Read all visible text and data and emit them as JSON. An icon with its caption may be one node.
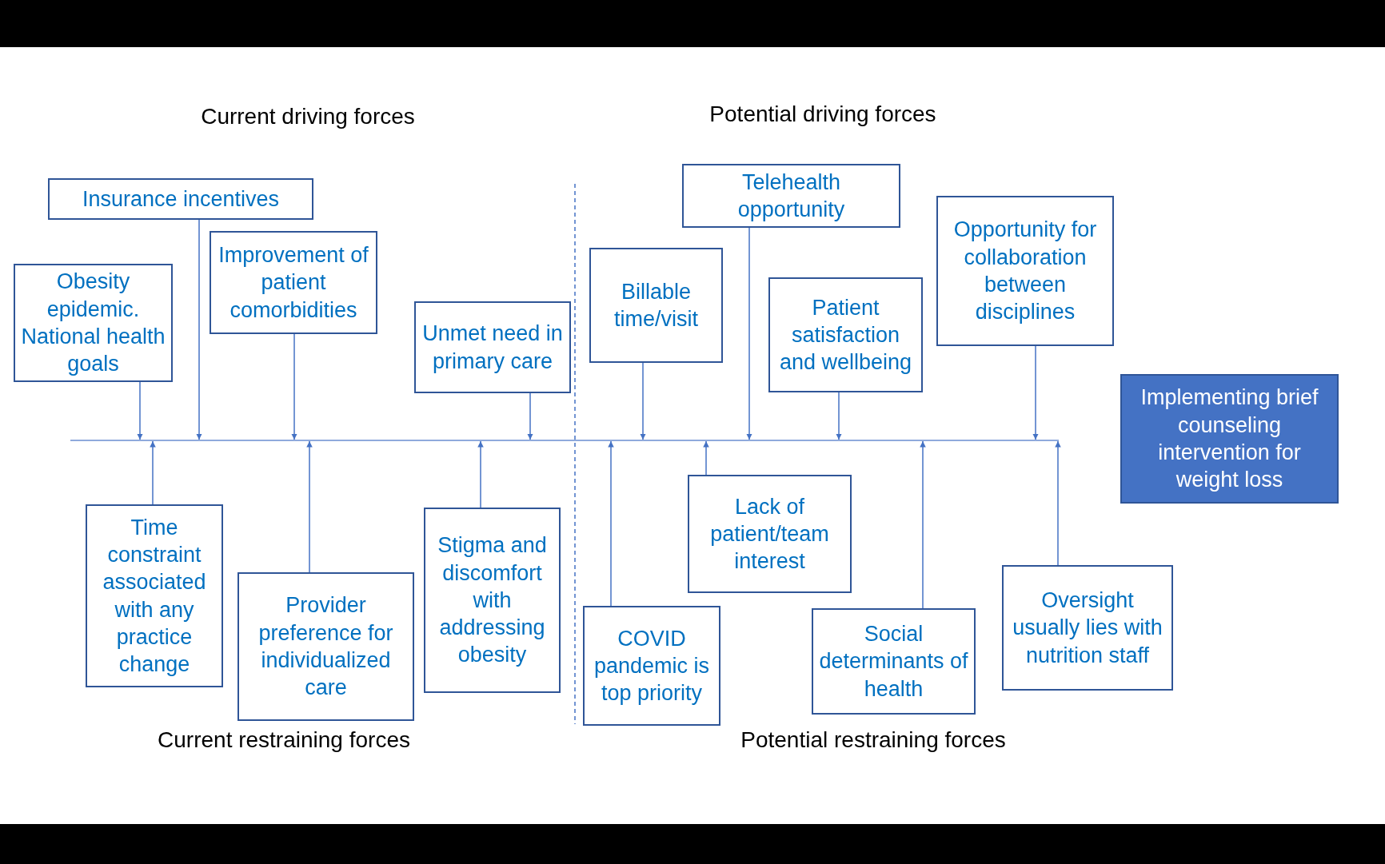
{
  "diagram": {
    "nodes": [
      {
        "text": [
          "Insurance incentives"
        ]
      },
      {
        "text": [
          "Obesity epidemic. National health goals"
        ]
      },
      {
        "text": [
          "Improvement of patient comorbidities"
        ]
      },
      {
        "text": [
          "Unmet need in primary care"
        ]
      },
      {
        "text": [
          "Telehealth opportunity"
        ]
      },
      {
        "text": [
          "Billable time/visit"
        ]
      },
      {
        "text": [
          "Patient satisfaction and wellbeing"
        ]
      },
      {
        "text": [
          "Opportunity for collaboration between disciplines"
        ]
      },
      {
        "text": [
          "Implementing brief counseling intervention for weight loss"
        ]
      },
      {
        "text": [],
        "shape": "bar"
      },
      {
        "text": [
          "Time constraint associated with any practice change"
        ]
      },
      {
        "text": [
          "Stigma and discomfort with addressing obesity"
        ]
      },
      {
        "text": [
          "Provider preference for individualized care"
        ]
      },
      {
        "text": [
          "Lack of patient/team interest"
        ]
      },
      {
        "text": [
          "COVID pandemic is top priority"
        ]
      },
      {
        "text": [
          "Social determinants of health"
        ]
      },
      {
        "text": [
          "Oversight usually lies with nutrition staff"
        ]
      }
    ],
    "edges": [
      {
        "from": 0,
        "to": 9,
        "arrow": "to"
      },
      {
        "from": 1,
        "to": 9,
        "arrow": "to"
      },
      {
        "from": 2,
        "to": 9,
        "arrow": "to"
      },
      {
        "from": 3,
        "to": 9,
        "arrow": "to"
      },
      {
        "from": 4,
        "to": 9,
        "arrow": "to"
      },
      {
        "from": 5,
        "to": 9,
        "arrow": "to"
      },
      {
        "from": 6,
        "to": 9,
        "arrow": "to"
      },
      {
        "from": 7,
        "to": 9,
        "arrow": "to"
      },
      {
        "from": 10,
        "to": 9,
        "arrow": "to"
      },
      {
        "from": 11,
        "to": 9,
        "arrow": "to"
      },
      {
        "from": 12,
        "to": 9,
        "arrow": "to"
      },
      {
        "from": 13,
        "to": 9,
        "arrow": "to"
      },
      {
        "from": 14,
        "to": 9,
        "arrow": "to"
      },
      {
        "from": 15,
        "to": 9,
        "arrow": "to"
      },
      {
        "from": 16,
        "to": 9,
        "arrow": "to"
      }
    ],
    "labels": [
      "Current driving forces",
      "Potential driving forces",
      "Current restraining forces",
      "Potential restraining forces"
    ]
  }
}
